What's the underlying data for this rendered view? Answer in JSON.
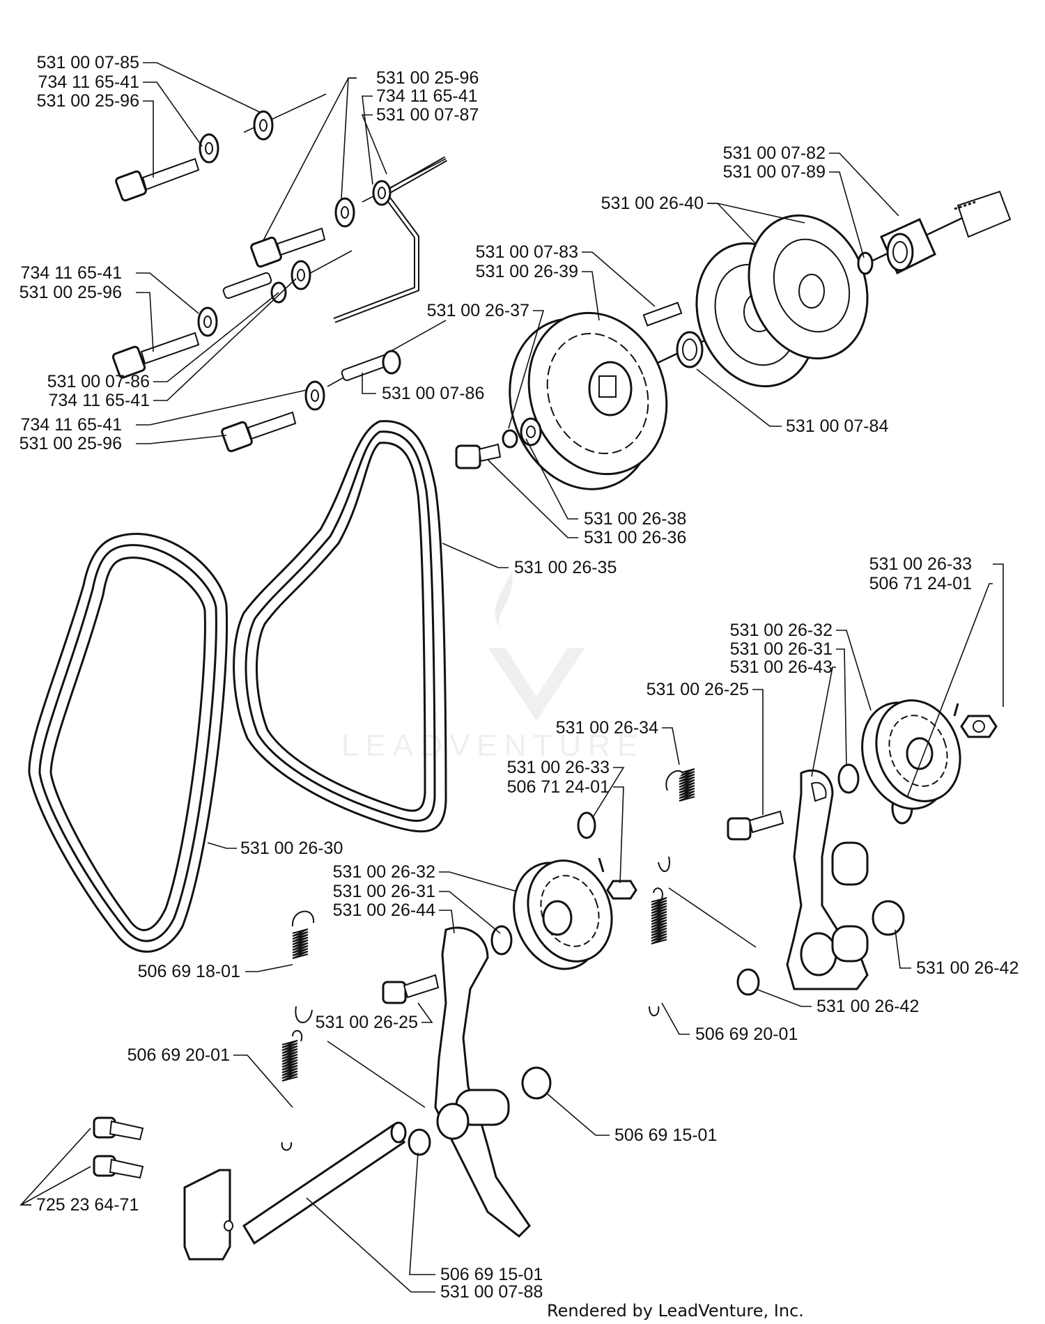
{
  "labels": {
    "l01": "531 00 07-85",
    "l02": "734 11 65-41",
    "l03": "531 00 25-96",
    "l04": "531 00 25-96",
    "l05": "734 11 65-41",
    "l06": "531 00 07-87",
    "l07": "734 11 65-41",
    "l08": "531 00 25-96",
    "l09": "531 00 07-86",
    "l10": "734 11 65-41",
    "l11": "531 00 07-86",
    "l12": "734 11 65-41",
    "l13": "531 00 25-96",
    "l14": "531 00 07-83",
    "l15": "531 00 26-39",
    "l16": "531 00 26-37",
    "l17": "531 00 26-40",
    "l18": "531 00 07-82",
    "l19": "531 00 07-89",
    "l20": "531 00 07-84",
    "l21": "531 00 26-38",
    "l22": "531 00 26-36",
    "l23": "531 00 26-35",
    "l24": "531 00 26-30",
    "l25": "531 00 26-33",
    "l26": "506 71 24-01",
    "l27": "531 00 26-32",
    "l28": "531 00 26-31",
    "l29": "531 00 26-43",
    "l30": "531 00 26-25",
    "l31": "531 00 26-34",
    "l32": "531 00 26-33",
    "l33": "506 71 24-01",
    "l34": "531 00 26-32",
    "l35": "531 00 26-31",
    "l36": "531 00 26-44",
    "l37": "506 69 18-01",
    "l38": "531 00 26-25",
    "l39": "531 00 26-42",
    "l40": "531 00 26-42",
    "l41": "506 69 20-01",
    "l42": "506 69 20-01",
    "l43": "506 69 15-01",
    "l44": "725 23 64-71",
    "l45": "506 69 15-01",
    "l46": "531 00 07-88"
  },
  "footer": "Rendered by LeadVenture, Inc.",
  "watermark": "LEADVENTURE"
}
